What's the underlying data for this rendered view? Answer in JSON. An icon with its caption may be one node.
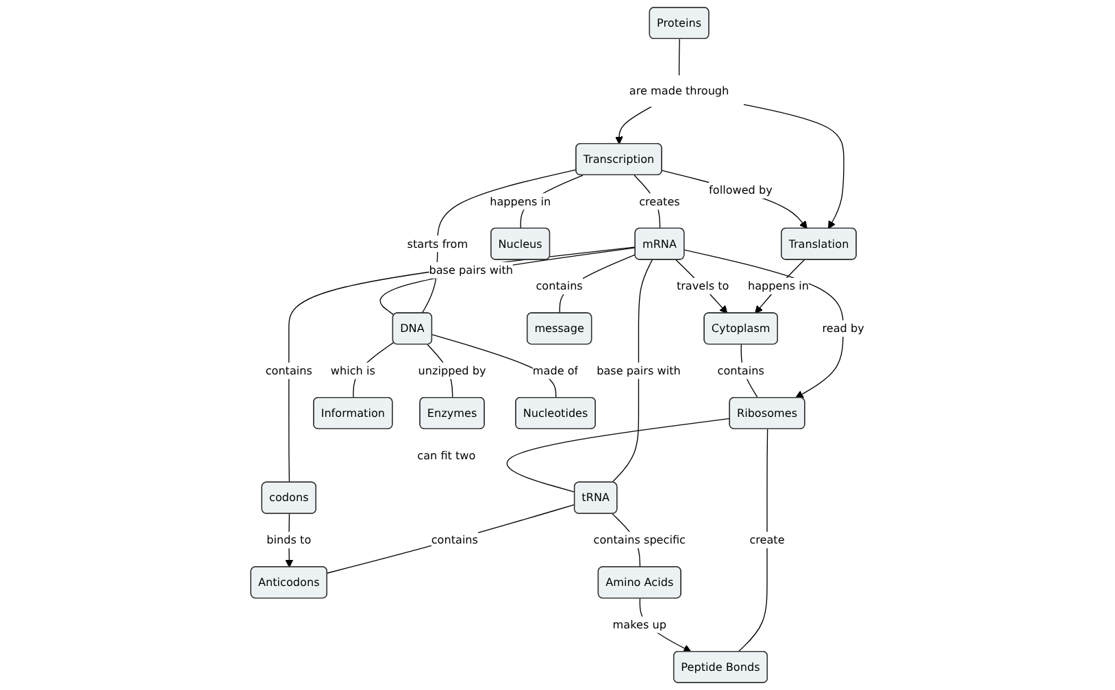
{
  "diagram": {
    "nodes": [
      {
        "text": [
          "Proteins"
        ]
      },
      {
        "text": [
          "are made through"
        ]
      },
      {
        "text": [
          "Transcription"
        ]
      },
      {
        "text": [
          "Translation"
        ]
      },
      {
        "text": [
          "Cytoplasm"
        ]
      },
      {
        "text": [
          "Nucleus"
        ]
      },
      {
        "text": [
          "mRNA"
        ]
      },
      {
        "text": [
          "Ribosomes"
        ]
      },
      {
        "text": [
          "DNA"
        ]
      },
      {
        "text": [
          "tRNA"
        ]
      },
      {
        "text": [
          "Information"
        ]
      },
      {
        "text": [
          "codons"
        ]
      },
      {
        "text": [
          "Anticodons"
        ]
      },
      {
        "text": [
          "Enzymes"
        ]
      },
      {
        "text": [
          "Amino Acids"
        ]
      },
      {
        "text": [
          "message"
        ]
      },
      {
        "text": [
          "Peptide Bonds"
        ]
      },
      {
        "text": [
          "Nucleotides"
        ]
      }
    ],
    "edges": [
      {
        "from": 0,
        "to": 1,
        "arrow": "none"
      },
      {
        "from": 1,
        "to": 2,
        "arrow": "to"
      },
      {
        "from": 1,
        "to": 3,
        "arrow": "to"
      },
      {
        "from": 2,
        "to": 3,
        "arrow": "to",
        "label": "followed by"
      },
      {
        "from": 3,
        "to": 4,
        "arrow": "to",
        "label": "happens in"
      },
      {
        "from": 2,
        "to": 5,
        "arrow": "none",
        "label": "happens in"
      },
      {
        "from": 2,
        "to": 6,
        "arrow": "none",
        "label": "creates"
      },
      {
        "from": 2,
        "to": 8,
        "arrow": "none",
        "label": "starts from"
      },
      {
        "from": 6,
        "to": 4,
        "arrow": "to",
        "label": "travels to"
      },
      {
        "from": 6,
        "to": 7,
        "arrow": "to",
        "label": "read by"
      },
      {
        "from": 4,
        "to": 7,
        "arrow": "none",
        "label": "contains"
      },
      {
        "from": 6,
        "to": 8,
        "arrow": "none",
        "label": "base pairs with"
      },
      {
        "from": 6,
        "to": 9,
        "arrow": "none",
        "label": "base pairs with"
      },
      {
        "from": 6,
        "to": 15,
        "arrow": "none",
        "label": "contains"
      },
      {
        "from": 6,
        "to": 11,
        "arrow": "none",
        "label": "contains"
      },
      {
        "from": 7,
        "to": 9,
        "arrow": "none",
        "label": "can fit two"
      },
      {
        "from": 7,
        "to": 16,
        "arrow": "none",
        "label": "create"
      },
      {
        "from": 8,
        "to": 10,
        "arrow": "none",
        "label": "which is"
      },
      {
        "from": 8,
        "to": 17,
        "arrow": "none",
        "label": "made of"
      },
      {
        "from": 8,
        "to": 13,
        "arrow": "none",
        "label": "unzipped by"
      },
      {
        "from": 9,
        "to": 12,
        "arrow": "none",
        "label": "contains"
      },
      {
        "from": 9,
        "to": 14,
        "arrow": "none",
        "label": "contains specific"
      },
      {
        "from": 11,
        "to": 12,
        "arrow": "to",
        "label": "binds to"
      },
      {
        "from": 14,
        "to": 16,
        "arrow": "to",
        "label": "makes up"
      }
    ]
  }
}
